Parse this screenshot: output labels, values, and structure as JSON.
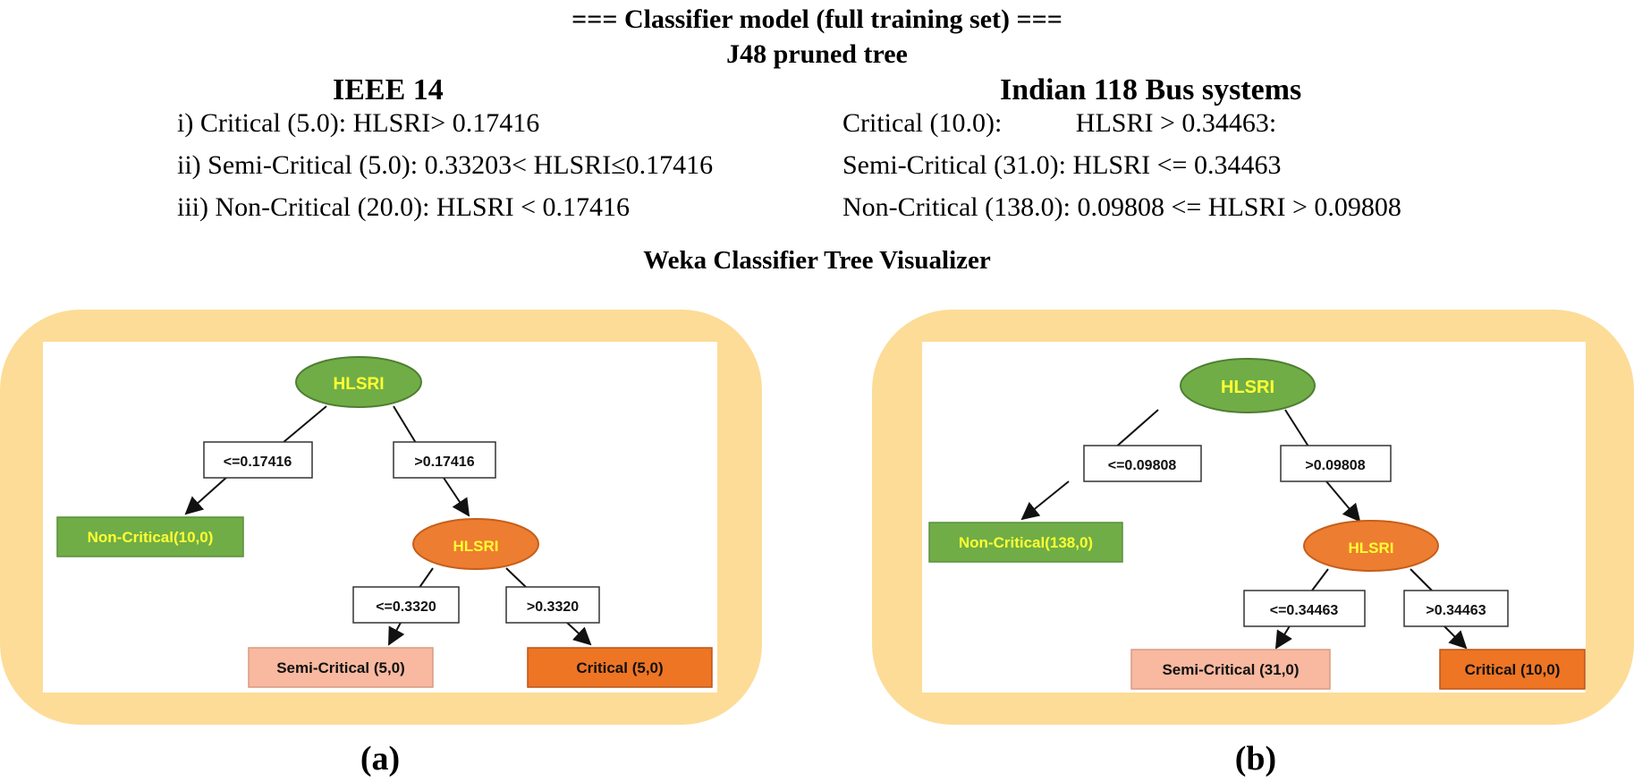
{
  "header": {
    "line1": "=== Classifier model (full training set) ===",
    "line2": "J48 pruned tree"
  },
  "left_column": {
    "title": "IEEE 14",
    "rules": [
      "i) Critical (5.0): HLSRI> 0.17416",
      "ii) Semi-Critical (5.0): 0.33203< HLSRI≤0.17416",
      "iii) Non-Critical (20.0): HLSRI < 0.17416"
    ]
  },
  "right_column": {
    "title": "Indian 118 Bus systems",
    "rules": [
      "Critical (10.0):           HLSRI > 0.34463:",
      "Semi-Critical (31.0): HLSRI <= 0.34463",
      "Non-Critical (138.0): 0.09808 <= HLSRI > 0.09808"
    ]
  },
  "visualizer_title": "Weka Classifier Tree Visualizer",
  "trees": {
    "a": {
      "caption": "(a)",
      "root_label": "HLSRI",
      "left_edge": "<=0.17416",
      "right_edge": ">0.17416",
      "left_leaf": "Non-Critical(10,0)",
      "inner_label": "HLSRI",
      "inner_left_edge": "<=0.3320",
      "inner_right_edge": ">0.3320",
      "semi_leaf": "Semi-Critical (5,0)",
      "crit_leaf": "Critical (5,0)"
    },
    "b": {
      "caption": "(b)",
      "root_label": "HLSRI",
      "left_edge": "<=0.09808",
      "right_edge": ">0.09808",
      "left_leaf": "Non-Critical(138,0)",
      "inner_label": "HLSRI",
      "inner_left_edge": "<=0.34463",
      "inner_right_edge": ">0.34463",
      "semi_leaf": "Semi-Critical (31,0)",
      "crit_leaf": "Critical (10,0)"
    }
  },
  "colors": {
    "panel_border": "#fcdc97",
    "root_fill": "#70ad47",
    "root_text": "#ffff33",
    "inner_fill": "#ed7d31",
    "leaf_noncrit_fill": "#70ad47",
    "leaf_semi_fill": "#f8b9a0",
    "leaf_crit_fill": "#ee7524"
  }
}
